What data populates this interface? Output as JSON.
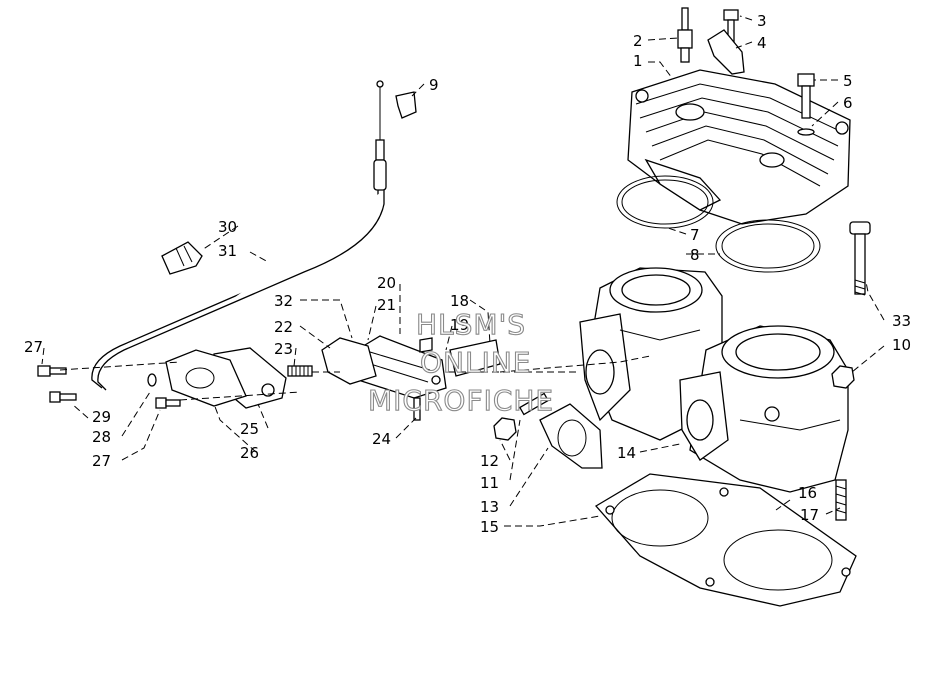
{
  "watermark": {
    "line1": "HLSM'S",
    "line2": "ONLINE",
    "line3": "MICROFICHE"
  },
  "callouts": [
    {
      "id": "1",
      "text": "1"
    },
    {
      "id": "2",
      "text": "2"
    },
    {
      "id": "3",
      "text": "3"
    },
    {
      "id": "4",
      "text": "4"
    },
    {
      "id": "5",
      "text": "5"
    },
    {
      "id": "6",
      "text": "6"
    },
    {
      "id": "7",
      "text": "7"
    },
    {
      "id": "8",
      "text": "8"
    },
    {
      "id": "9",
      "text": "9"
    },
    {
      "id": "10",
      "text": "10"
    },
    {
      "id": "11",
      "text": "11"
    },
    {
      "id": "12",
      "text": "12"
    },
    {
      "id": "13",
      "text": "13"
    },
    {
      "id": "14",
      "text": "14"
    },
    {
      "id": "15",
      "text": "15"
    },
    {
      "id": "16",
      "text": "16"
    },
    {
      "id": "17",
      "text": "17"
    },
    {
      "id": "18",
      "text": "18"
    },
    {
      "id": "19",
      "text": "19"
    },
    {
      "id": "20",
      "text": "20"
    },
    {
      "id": "21",
      "text": "21"
    },
    {
      "id": "22",
      "text": "22"
    },
    {
      "id": "23",
      "text": "23"
    },
    {
      "id": "24",
      "text": "24"
    },
    {
      "id": "25",
      "text": "25"
    },
    {
      "id": "26",
      "text": "26"
    },
    {
      "id": "27a",
      "text": "27"
    },
    {
      "id": "27b",
      "text": "27"
    },
    {
      "id": "28",
      "text": "28"
    },
    {
      "id": "29",
      "text": "29"
    },
    {
      "id": "30",
      "text": "30"
    },
    {
      "id": "31",
      "text": "31"
    },
    {
      "id": "32",
      "text": "32"
    },
    {
      "id": "33",
      "text": "33"
    }
  ]
}
